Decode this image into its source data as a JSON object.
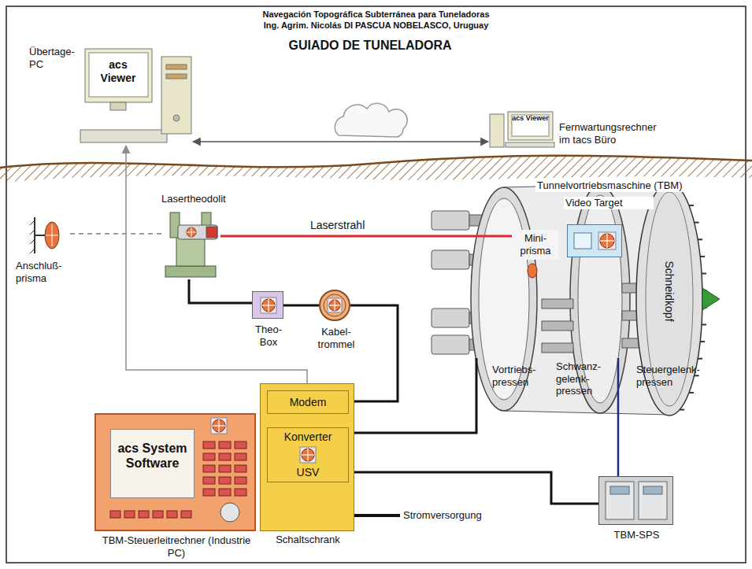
{
  "diagram": {
    "title": "GUIADO DE TUNELADORA",
    "nodes": [
      {
        "text": [
          "Übertage- PC",
          "acs Viewer"
        ]
      },
      {
        "text": [
          "Fernwartungsrechner im tacs Büro",
          "acs Viewer"
        ]
      },
      {
        "text": [
          "Anschluß- prisma"
        ]
      },
      {
        "text": [
          "Lasertheodolit"
        ]
      },
      {
        "text": [
          "Theo- Box"
        ]
      },
      {
        "text": [
          "Kabel- trommel"
        ]
      },
      {
        "text": [
          "Tunnelvortriebsmaschine (TBM)"
        ]
      },
      {
        "text": [
          "Video Target"
        ],
        "in": 6
      },
      {
        "text": [
          "Mini- prisma"
        ],
        "in": 6
      },
      {
        "text": [
          "Schneidkopf"
        ],
        "in": 6
      },
      {
        "text": [
          "TBM-Steuerleitrechner (Industrie PC)",
          "acs System Software"
        ]
      },
      {
        "text": [
          "Schaltschrank"
        ]
      },
      {
        "text": [
          "Modem"
        ],
        "in": 11
      },
      {
        "text": [
          "Konverter",
          "USV"
        ],
        "in": 11
      },
      {
        "text": [
          "TBM-SPS"
        ]
      }
    ],
    "edges": [
      {
        "from": 0,
        "to": 1,
        "arrow": "both"
      },
      {
        "from": 3,
        "to": 2,
        "arrow": "none"
      },
      {
        "from": 3,
        "to": 8,
        "label": "Laserstrahl",
        "arrow": "none"
      },
      {
        "from": 3,
        "to": 4,
        "arrow": "none"
      },
      {
        "from": 4,
        "to": 5,
        "arrow": "none"
      },
      {
        "from": 5,
        "to": 12,
        "arrow": "none"
      },
      {
        "from": 12,
        "to": 0,
        "arrow": "to"
      },
      {
        "from": 13,
        "to": 6,
        "arrow": "none"
      },
      {
        "from": 13,
        "to": 14,
        "arrow": "none"
      },
      {
        "from": 14,
        "to": 6,
        "arrow": "none"
      }
    ],
    "labels": [
      "Navegación Topográfica Subterránea para Tuneladoras",
      "Ing. Agrim. Nicolás DI PASCUA NOBELASCO, Uruguay",
      "Vortriebs- pressen",
      "Schwanz- gelenk- pressen",
      "Steuergelenk- pressen",
      "Stromversorgung"
    ]
  }
}
